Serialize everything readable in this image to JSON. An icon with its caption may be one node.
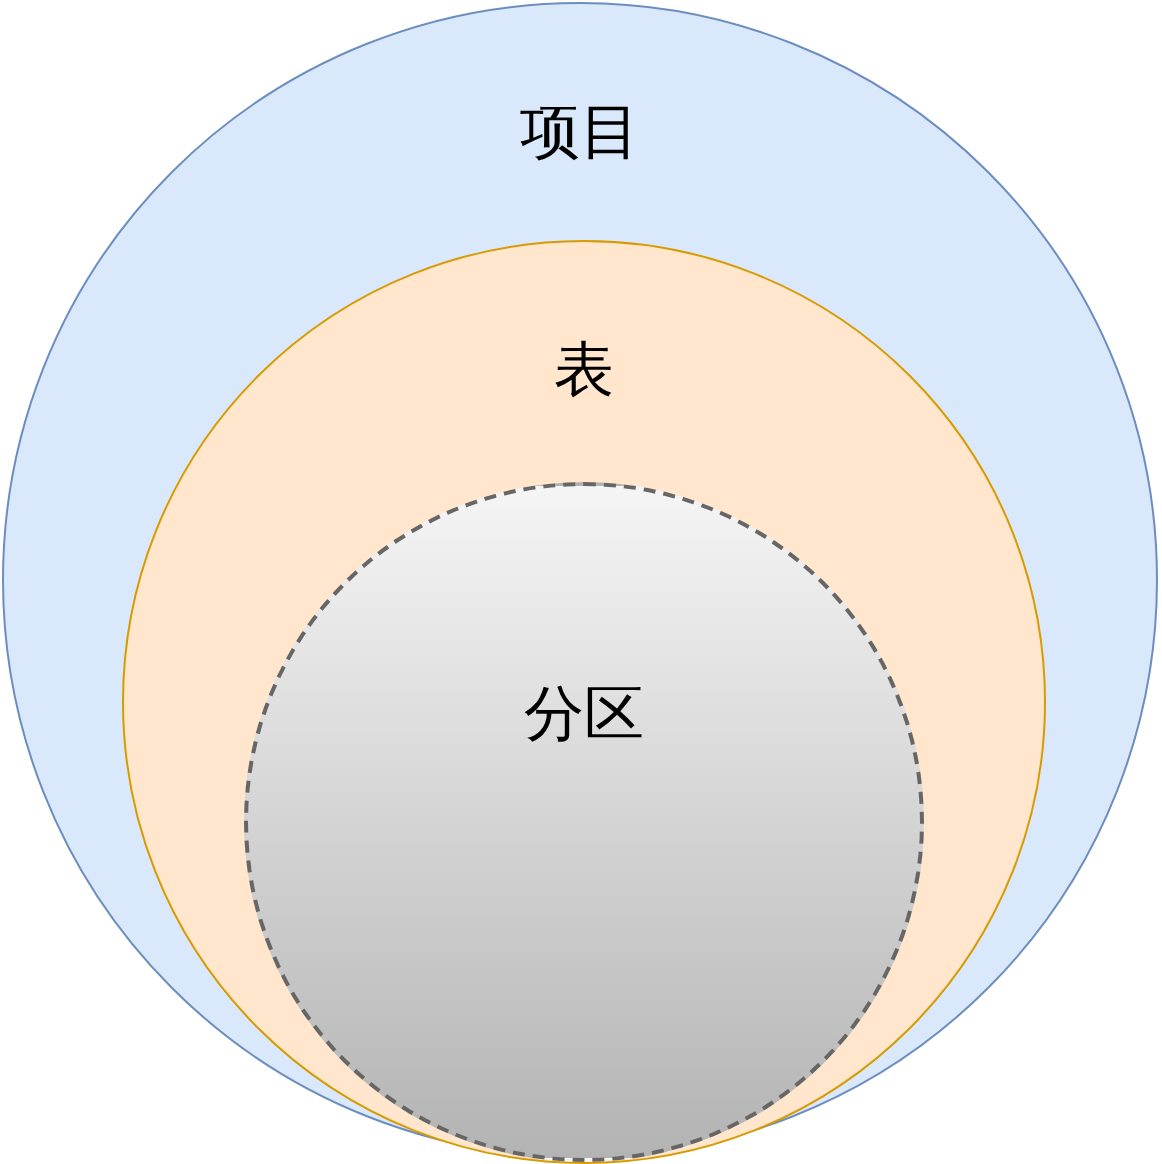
{
  "diagram": {
    "nodes": [
      {
        "text": [
          "项目"
        ]
      },
      {
        "text": [
          "表"
        ],
        "in": 0
      },
      {
        "text": [
          "分区"
        ],
        "in": 1
      }
    ]
  }
}
